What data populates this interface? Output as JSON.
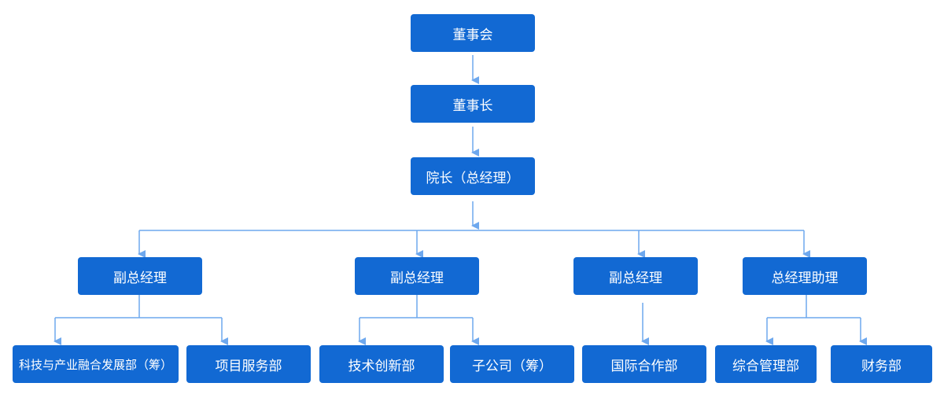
{
  "org_chart": {
    "board": "董事会",
    "chairman": "董事长",
    "president": "院长（总经理）",
    "level3": [
      {
        "title": "副总经理",
        "departments": [
          "科技与产业融合发展部（筹）",
          "项目服务部"
        ]
      },
      {
        "title": "副总经理",
        "departments": [
          "技术创新部",
          "子公司（筹）"
        ]
      },
      {
        "title": "副总经理",
        "departments": [
          "国际合作部"
        ]
      },
      {
        "title": "总经理助理",
        "departments": [
          "综合管理部",
          "财务部"
        ]
      }
    ]
  },
  "colors": {
    "node_fill": "#1269d3",
    "node_text": "#ffffff",
    "connector": "#6ea8ee"
  }
}
